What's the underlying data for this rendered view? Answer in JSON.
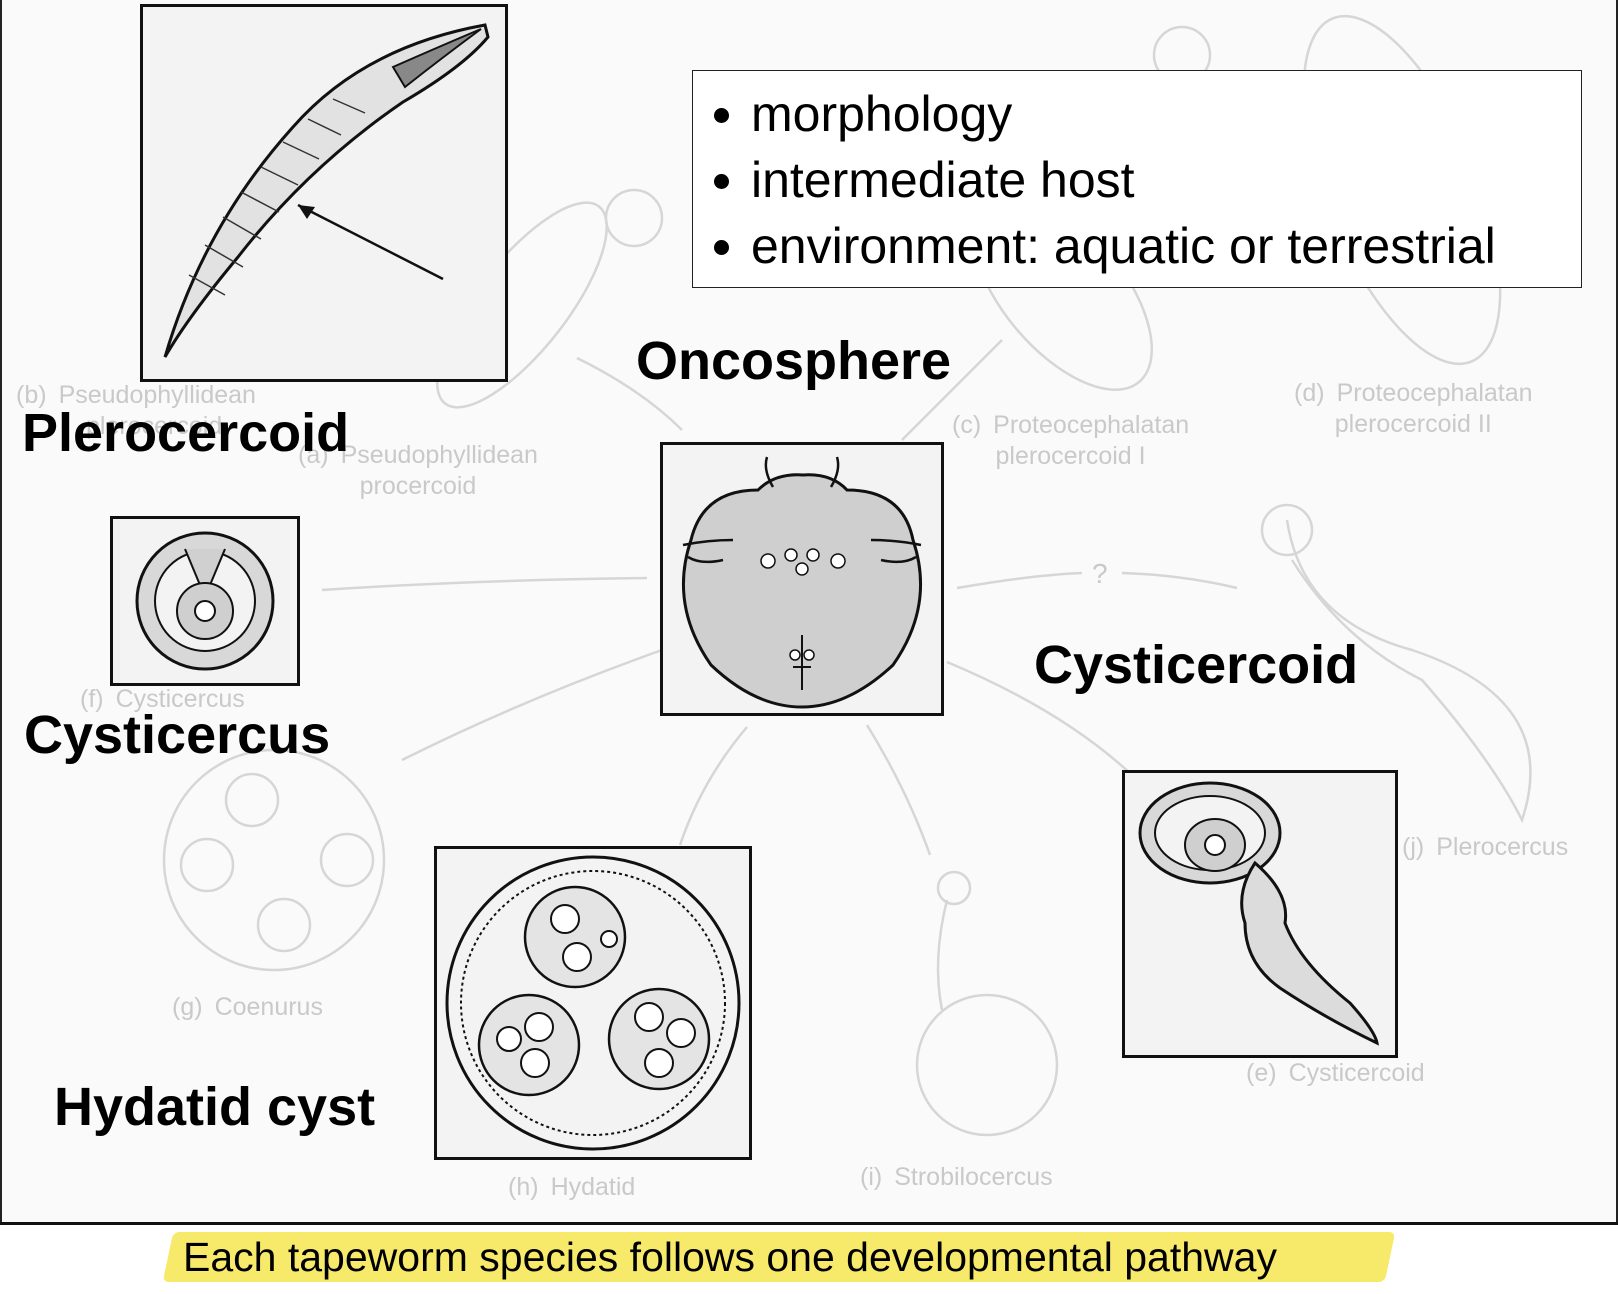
{
  "criteria": [
    "morphology",
    "intermediate host",
    "environment: aquatic or terrestrial"
  ],
  "stages": {
    "oncosphere": "Oncosphere",
    "plerocercoid": "Plerocercoid",
    "cysticercus": "Cysticercus",
    "cysticercoid": "Cysticercoid",
    "hydatid": "Hydatid cyst"
  },
  "figure_labels": {
    "b": {
      "letter": "(b)",
      "line1": "Pseudophyllidean",
      "line2": "plerocercoid"
    },
    "a": {
      "letter": "(a)",
      "line1": "Pseudophyllidean",
      "line2": "procercoid"
    },
    "c": {
      "letter": "(c)",
      "line1": "Proteocephalatan",
      "line2": "plerocercoid I"
    },
    "d": {
      "letter": "(d)",
      "line1": "Proteocephalatan",
      "line2": "plerocercoid II"
    },
    "f": {
      "letter": "(f)",
      "name": "Cysticercus"
    },
    "g": {
      "letter": "(g)",
      "name": "Coenurus"
    },
    "j": {
      "letter": "(j)",
      "name": "Plerocercus"
    },
    "e": {
      "letter": "(e)",
      "name": "Cysticercoid"
    },
    "h": {
      "letter": "(h)",
      "name": "Hydatid"
    },
    "i": {
      "letter": "(i)",
      "name": "Strobilocercus"
    },
    "unknown": "?"
  },
  "caption": "Each tapeworm species follows one developmental pathway",
  "colors": {
    "highlight": "#f7e96a",
    "faint": "#c9c9c9",
    "border": "#111111"
  }
}
